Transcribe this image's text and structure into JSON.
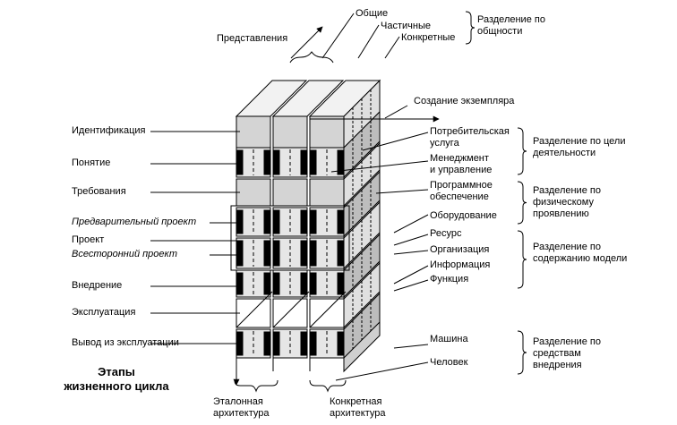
{
  "title": "Этапы жизненного цикла",
  "generality": {
    "general": "Общие",
    "partial": "Частичные",
    "specific": "Конкретные",
    "group": "Разделение по общности"
  },
  "representations": "Представления",
  "instantiation": "Создание экземпляра",
  "stages": [
    "Идентификация",
    "Понятие",
    "Требования",
    "Предварительный проект",
    "Проект",
    "Всесторонний проект",
    "Внедрение",
    "Эксплуатация",
    "Вывод из эксплуатации"
  ],
  "right_labels": {
    "consumer_service": "Потребительская услуга",
    "management_control": "Менеджмент и управление",
    "software": "Программное обеспечение",
    "hardware": "Оборудование",
    "resource": "Ресурс",
    "organization": "Организация",
    "information": "Информация",
    "function": "Функция",
    "machine": "Машина",
    "human": "Человек"
  },
  "groups": {
    "purpose": "Разделение по цели деятельности",
    "physical": "Разделение по физическому проявлению",
    "model": "Разделение по содержанию модели",
    "implementation": "Разделение по средствам внедрения"
  },
  "bottom": {
    "reference": "Эталонная архитектура",
    "specific": "Конкретная архитектура"
  }
}
